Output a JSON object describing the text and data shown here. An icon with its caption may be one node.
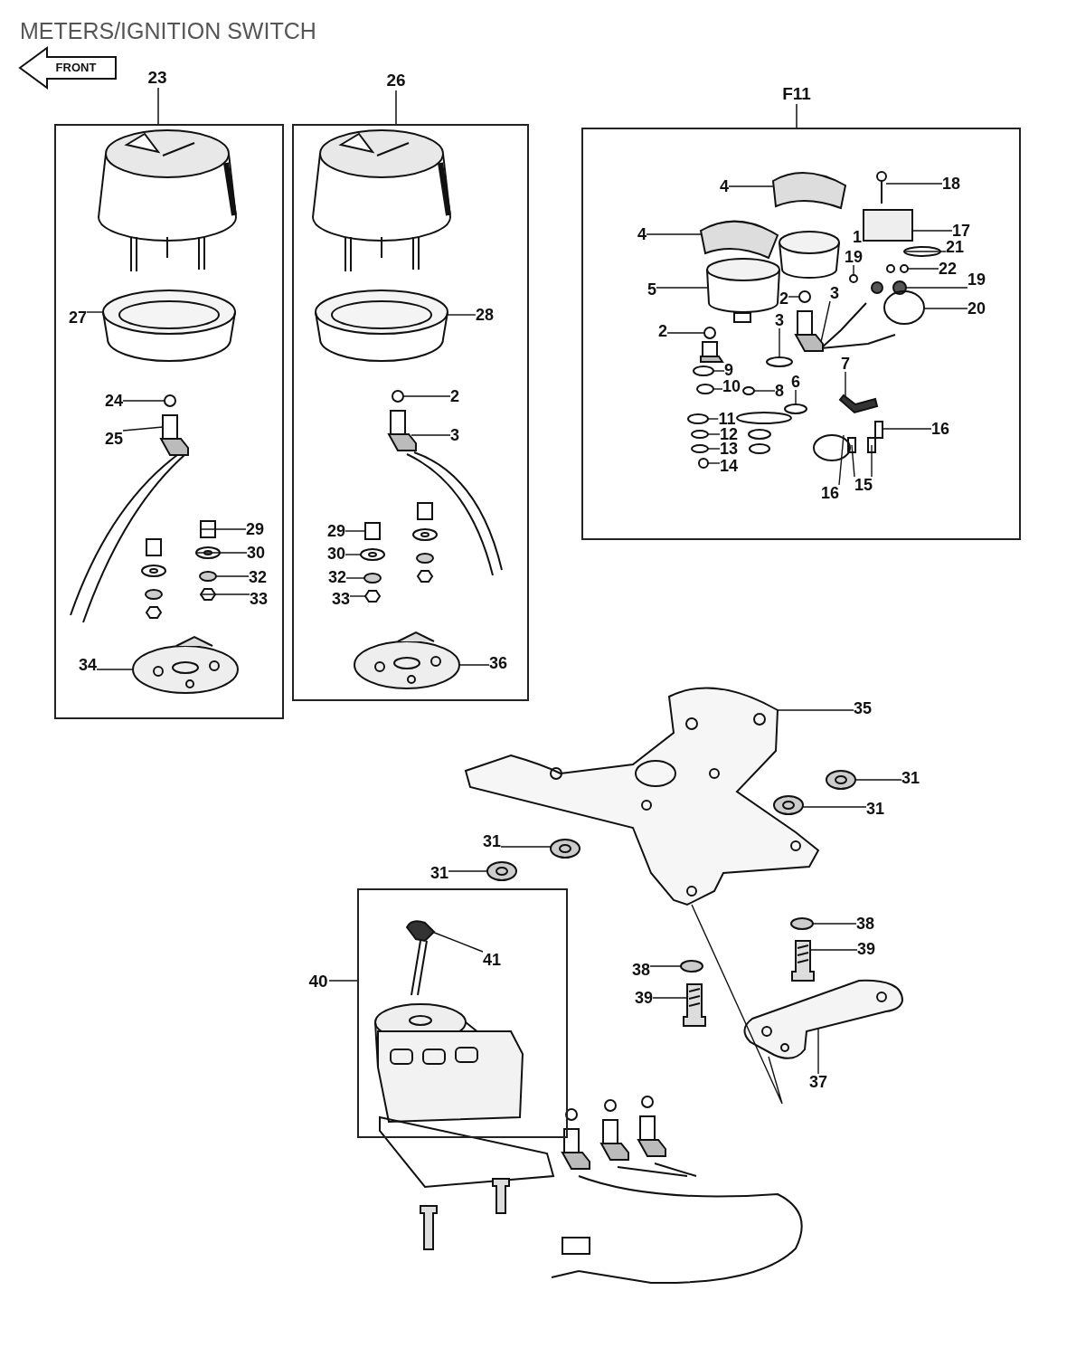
{
  "diagram": {
    "title": "METERS/IGNITION SWITCH",
    "nodes": [
      {
        "text": [
          "23"
        ]
      },
      {
        "text": [
          "27"
        ],
        "in": 0
      },
      {
        "text": [
          "24"
        ],
        "in": 0
      },
      {
        "text": [
          "25"
        ],
        "in": 0
      },
      {
        "text": [
          "29"
        ],
        "in": 0
      },
      {
        "text": [
          "30"
        ],
        "in": 0
      },
      {
        "text": [
          "32"
        ],
        "in": 0
      },
      {
        "text": [
          "33"
        ],
        "in": 0
      },
      {
        "text": [
          "34"
        ],
        "in": 0
      },
      {
        "text": [
          "26"
        ]
      },
      {
        "text": [
          "28"
        ],
        "in": 9
      },
      {
        "text": [
          "2"
        ],
        "in": 9
      },
      {
        "text": [
          "3"
        ],
        "in": 9
      },
      {
        "text": [
          "29"
        ],
        "in": 9
      },
      {
        "text": [
          "30"
        ],
        "in": 9
      },
      {
        "text": [
          "32"
        ],
        "in": 9
      },
      {
        "text": [
          "33"
        ],
        "in": 9
      },
      {
        "text": [
          "36"
        ],
        "in": 9
      },
      {
        "text": [
          "F11"
        ]
      },
      {
        "text": [
          "18"
        ],
        "in": 18
      },
      {
        "text": [
          "4"
        ],
        "in": 18
      },
      {
        "text": [
          "17"
        ],
        "in": 18
      },
      {
        "text": [
          "4"
        ],
        "in": 18
      },
      {
        "text": [
          "21"
        ],
        "in": 18
      },
      {
        "text": [
          "19"
        ],
        "in": 18
      },
      {
        "text": [
          "22"
        ],
        "in": 18
      },
      {
        "text": [
          "19"
        ],
        "in": 18
      },
      {
        "text": [
          "5"
        ],
        "in": 18
      },
      {
        "text": [
          "3"
        ],
        "in": 18
      },
      {
        "text": [
          "2"
        ],
        "in": 18
      },
      {
        "text": [
          "20"
        ],
        "in": 18
      },
      {
        "text": [
          "3"
        ],
        "in": 18
      },
      {
        "text": [
          "2"
        ],
        "in": 18
      },
      {
        "text": [
          "7"
        ],
        "in": 18
      },
      {
        "text": [
          "9"
        ],
        "in": 18
      },
      {
        "text": [
          "6"
        ],
        "in": 18
      },
      {
        "text": [
          "10"
        ],
        "in": 18
      },
      {
        "text": [
          "8"
        ],
        "in": 18
      },
      {
        "text": [
          "11"
        ],
        "in": 18
      },
      {
        "text": [
          "16"
        ],
        "in": 18
      },
      {
        "text": [
          "12"
        ],
        "in": 18
      },
      {
        "text": [
          "13"
        ],
        "in": 18
      },
      {
        "text": [
          "14"
        ],
        "in": 18
      },
      {
        "text": [
          "16"
        ],
        "in": 18
      },
      {
        "text": [
          "15"
        ],
        "in": 18
      },
      {
        "text": [
          "35"
        ]
      },
      {
        "text": [
          "31"
        ]
      },
      {
        "text": [
          "31"
        ]
      },
      {
        "text": [
          "31"
        ]
      },
      {
        "text": [
          "31"
        ]
      },
      {
        "text": [
          "40"
        ]
      },
      {
        "text": [
          "41"
        ],
        "in": 50
      },
      {
        "text": [
          "38"
        ]
      },
      {
        "text": [
          "38"
        ]
      },
      {
        "text": [
          "39"
        ]
      },
      {
        "text": [
          "39"
        ]
      },
      {
        "text": [
          "37"
        ]
      },
      {
        "text": [],
        "shape": "picture",
        "in": 0
      },
      {
        "text": [],
        "shape": "circle",
        "in": 0
      },
      {
        "text": [],
        "shape": "picture",
        "in": 0
      },
      {
        "text": [],
        "shape": "box",
        "in": 0
      },
      {
        "text": [],
        "shape": "picture",
        "in": 0
      },
      {
        "text": [],
        "shape": "circle",
        "in": 0
      },
      {
        "text": [],
        "shape": "hexagon",
        "in": 0
      },
      {
        "text": [],
        "shape": "picture",
        "in": 0
      },
      {
        "text": [],
        "shape": "picture",
        "in": 9
      },
      {
        "text": [],
        "shape": "circle",
        "in": 9
      },
      {
        "text": [],
        "shape": "picture",
        "in": 9
      },
      {
        "text": [],
        "shape": "box",
        "in": 9
      },
      {
        "text": [],
        "shape": "picture",
        "in": 9
      },
      {
        "text": [],
        "shape": "circle",
        "in": 9
      },
      {
        "text": [],
        "shape": "hexagon",
        "in": 9
      },
      {
        "text": [],
        "shape": "picture",
        "in": 9
      },
      {
        "text": [],
        "shape": "picture",
        "in": 18
      },
      {
        "text": [],
        "shape": "picture",
        "in": 18
      },
      {
        "text": [],
        "shape": "box",
        "in": 18
      },
      {
        "text": [],
        "shape": "picture",
        "in": 18
      },
      {
        "text": [],
        "shape": "circle",
        "in": 18
      },
      {
        "text": [],
        "shape": "circle",
        "in": 18
      },
      {
        "text": [],
        "shape": "picture",
        "in": 18
      },
      {
        "text": [],
        "shape": "picture",
        "in": 18
      },
      {
        "text": [],
        "shape": "picture",
        "in": 18
      },
      {
        "text": [],
        "shape": "picture",
        "in": 18
      },
      {
        "text": [],
        "shape": "circle",
        "in": 18
      },
      {
        "text": [],
        "shape": "circle",
        "in": 18
      },
      {
        "text": [],
        "shape": "circle",
        "in": 18
      },
      {
        "text": [],
        "shape": "picture",
        "in": 18
      },
      {
        "text": [],
        "shape": "picture",
        "in": 18
      },
      {
        "text": [],
        "shape": "circle",
        "in": 18
      },
      {
        "text": [],
        "shape": "circle",
        "in": 18
      },
      {
        "text": [],
        "shape": "circle",
        "in": 18
      },
      {
        "text": [],
        "shape": "circle",
        "in": 18
      },
      {
        "text": [],
        "shape": "circle",
        "in": 18
      },
      {
        "text": [],
        "shape": "box",
        "in": 18
      },
      {
        "text": [],
        "shape": "circle",
        "in": 18
      },
      {
        "text": [],
        "shape": "circle",
        "in": 18
      },
      {
        "text": [],
        "shape": "circle",
        "in": 18
      },
      {
        "text": [],
        "shape": "circle",
        "in": 18
      },
      {
        "text": [],
        "shape": "box",
        "in": 18
      },
      {
        "text": [],
        "shape": "box",
        "in": 18
      },
      {
        "text": [],
        "shape": "picture"
      },
      {
        "text": [],
        "shape": "picture"
      },
      {
        "text": [],
        "shape": "picture"
      },
      {
        "text": [],
        "shape": "picture"
      },
      {
        "text": [],
        "shape": "picture"
      },
      {
        "text": [],
        "shape": "picture",
        "in": 50
      },
      {
        "text": [],
        "shape": "circle"
      },
      {
        "text": [],
        "shape": "circle"
      },
      {
        "text": [],
        "shape": "picture"
      },
      {
        "text": [],
        "shape": "picture"
      },
      {
        "text": [],
        "shape": "picture"
      }
    ],
    "edges": [
      {
        "from": 1,
        "to": 57,
        "arrow": "none"
      },
      {
        "from": 2,
        "to": 58,
        "arrow": "none"
      },
      {
        "from": 3,
        "to": 59,
        "arrow": "none"
      },
      {
        "from": 4,
        "to": 60,
        "arrow": "none"
      },
      {
        "from": 5,
        "to": 61,
        "arrow": "none"
      },
      {
        "from": 6,
        "to": 62,
        "arrow": "none"
      },
      {
        "from": 7,
        "to": 63,
        "arrow": "none"
      },
      {
        "from": 8,
        "to": 64,
        "arrow": "none"
      },
      {
        "from": 10,
        "to": 65,
        "arrow": "none"
      },
      {
        "from": 11,
        "to": 66,
        "arrow": "none"
      },
      {
        "from": 12,
        "to": 67,
        "arrow": "none"
      },
      {
        "from": 13,
        "to": 68,
        "arrow": "none"
      },
      {
        "from": 14,
        "to": 69,
        "arrow": "none"
      },
      {
        "from": 15,
        "to": 70,
        "arrow": "none"
      },
      {
        "from": 16,
        "to": 71,
        "arrow": "none"
      },
      {
        "from": 17,
        "to": 72,
        "arrow": "none"
      },
      {
        "from": 19,
        "to": 73,
        "arrow": "none"
      },
      {
        "from": 20,
        "to": 74,
        "arrow": "none"
      },
      {
        "from": 21,
        "to": 75,
        "arrow": "none"
      },
      {
        "from": 22,
        "to": 76,
        "arrow": "none"
      },
      {
        "from": 23,
        "to": 77,
        "arrow": "none"
      },
      {
        "from": 24,
        "to": 78,
        "arrow": "none"
      },
      {
        "from": 25,
        "to": 79,
        "arrow": "none"
      },
      {
        "from": 26,
        "to": 80,
        "arrow": "none"
      },
      {
        "from": 27,
        "to": 81,
        "arrow": "none"
      },
      {
        "from": 28,
        "to": 82,
        "arrow": "none"
      },
      {
        "from": 29,
        "to": 83,
        "arrow": "none"
      },
      {
        "from": 30,
        "to": 84,
        "arrow": "none"
      },
      {
        "from": 31,
        "to": 85,
        "arrow": "none"
      },
      {
        "from": 32,
        "to": 86,
        "arrow": "none"
      },
      {
        "from": 33,
        "to": 87,
        "arrow": "none"
      },
      {
        "from": 34,
        "to": 88,
        "arrow": "none"
      },
      {
        "from": 35,
        "to": 89,
        "arrow": "none"
      },
      {
        "from": 36,
        "to": 90,
        "arrow": "none"
      },
      {
        "from": 37,
        "to": 91,
        "arrow": "none"
      },
      {
        "from": 38,
        "to": 92,
        "arrow": "none"
      },
      {
        "from": 39,
        "to": 93,
        "arrow": "none"
      },
      {
        "from": 40,
        "to": 94,
        "arrow": "none"
      },
      {
        "from": 41,
        "to": 95,
        "arrow": "none"
      },
      {
        "from": 42,
        "to": 96,
        "arrow": "none"
      },
      {
        "from": 43,
        "to": 97,
        "arrow": "none"
      },
      {
        "from": 44,
        "to": 98,
        "arrow": "none"
      },
      {
        "from": 44,
        "to": 99,
        "arrow": "none"
      },
      {
        "from": 45,
        "to": 100,
        "arrow": "none"
      },
      {
        "from": 46,
        "to": 101,
        "arrow": "none"
      },
      {
        "from": 47,
        "to": 102,
        "arrow": "none"
      },
      {
        "from": 48,
        "to": 103,
        "arrow": "none"
      },
      {
        "from": 49,
        "to": 104,
        "arrow": "none"
      },
      {
        "from": 51,
        "to": 105,
        "arrow": "none"
      },
      {
        "from": 52,
        "to": 106,
        "arrow": "none"
      },
      {
        "from": 53,
        "to": 107,
        "arrow": "none"
      },
      {
        "from": 54,
        "to": 108,
        "arrow": "none"
      },
      {
        "from": 55,
        "to": 109,
        "arrow": "none"
      },
      {
        "from": 56,
        "to": 110,
        "arrow": "none"
      },
      {
        "from": 100,
        "to": 110,
        "arrow": "none"
      }
    ],
    "labels": [
      "FRONT",
      "1"
    ]
  }
}
